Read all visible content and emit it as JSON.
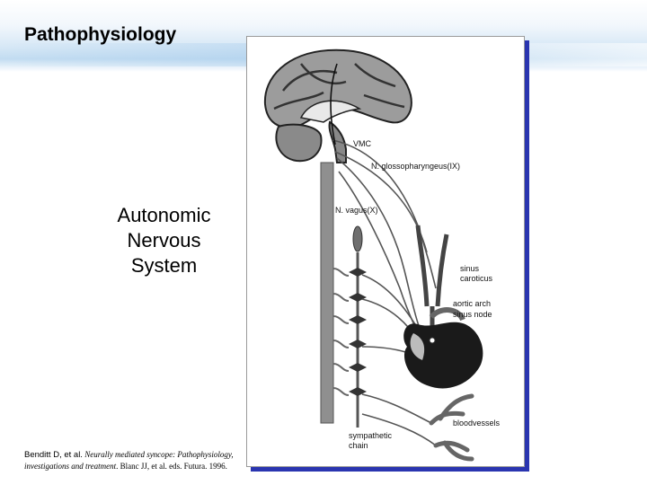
{
  "slide": {
    "title": "Pathophysiology",
    "subject_lines": [
      "Autonomic",
      "Nervous",
      "System"
    ]
  },
  "diagram": {
    "labels": {
      "vmc": "VMC",
      "glossopharyngeus": "N. glossopharyngeus(IX)",
      "vagus": "N. vagus(X)",
      "sinus_caroticus_1": "sinus",
      "sinus_caroticus_2": "caroticus",
      "aortic_arch": "aortic arch",
      "sinus_node": "sinus node",
      "bloodvessels": "bloodvessels",
      "sympathetic_chain_1": "sympathetic",
      "sympathetic_chain_2": "chain"
    }
  },
  "citation": {
    "authors": "Benditt D, et al.",
    "title": "Neurally mediated syncope: Pathophysiology, investigations and treatment",
    "rest": ". Blanc JJ, et al. eds. Futura. 1996."
  }
}
